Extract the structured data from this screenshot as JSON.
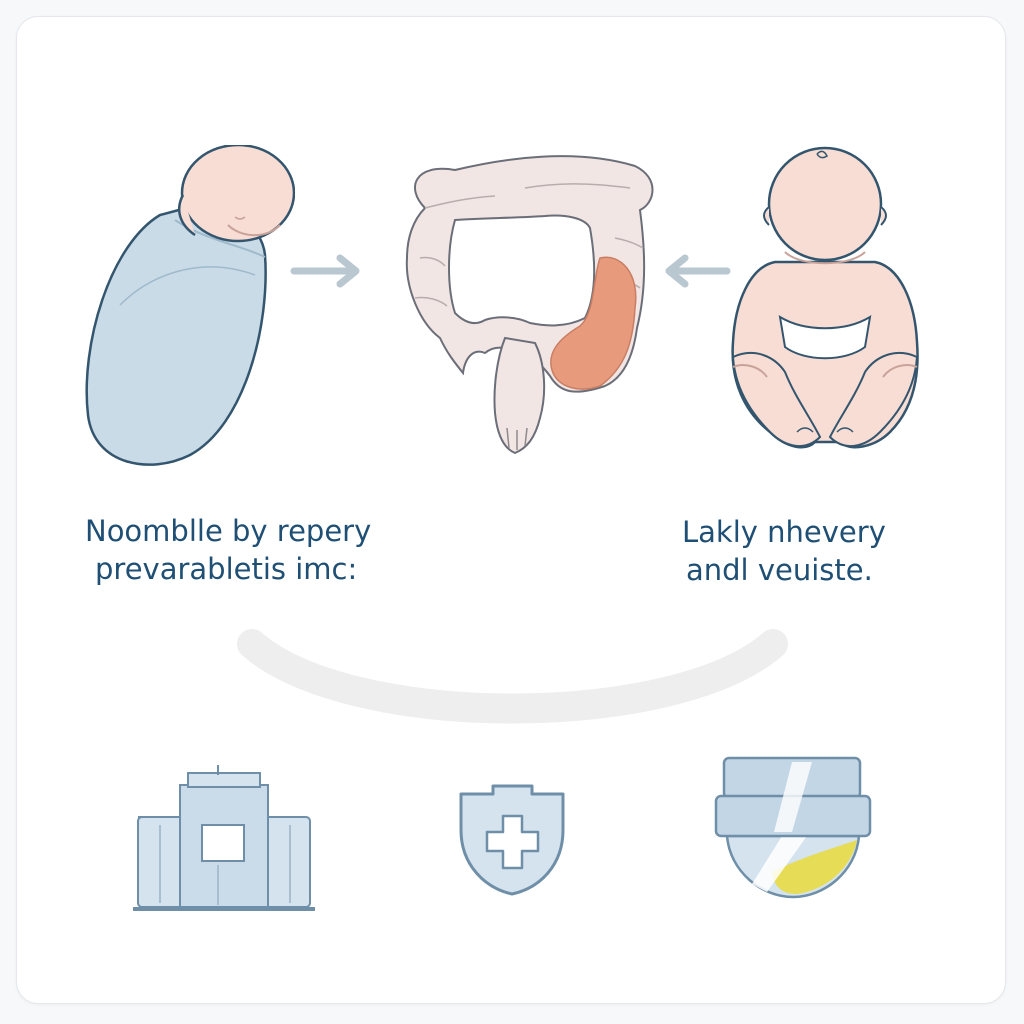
{
  "captions": {
    "left": {
      "line1": "Noomblle by repery",
      "line2": "prevarabletis imc:"
    },
    "right": {
      "line1": "Lakly nhevery",
      "line2": "andl veuiste."
    }
  },
  "colors": {
    "text": "#1f4f74",
    "swaddle": "#c9dbe7",
    "skin": "#f8ddd4",
    "colon": "#f1e6e4",
    "inflamed": "#e79a7c",
    "icon_fill": "#d4e3ee",
    "icon_stroke": "#6f8fa8",
    "accent_yellow": "#e6dc55"
  },
  "icons": [
    "swaddled-baby",
    "colon",
    "baby-with-diaper",
    "hospital-icon",
    "medical-shield-icon",
    "diaper-cream-icon"
  ]
}
